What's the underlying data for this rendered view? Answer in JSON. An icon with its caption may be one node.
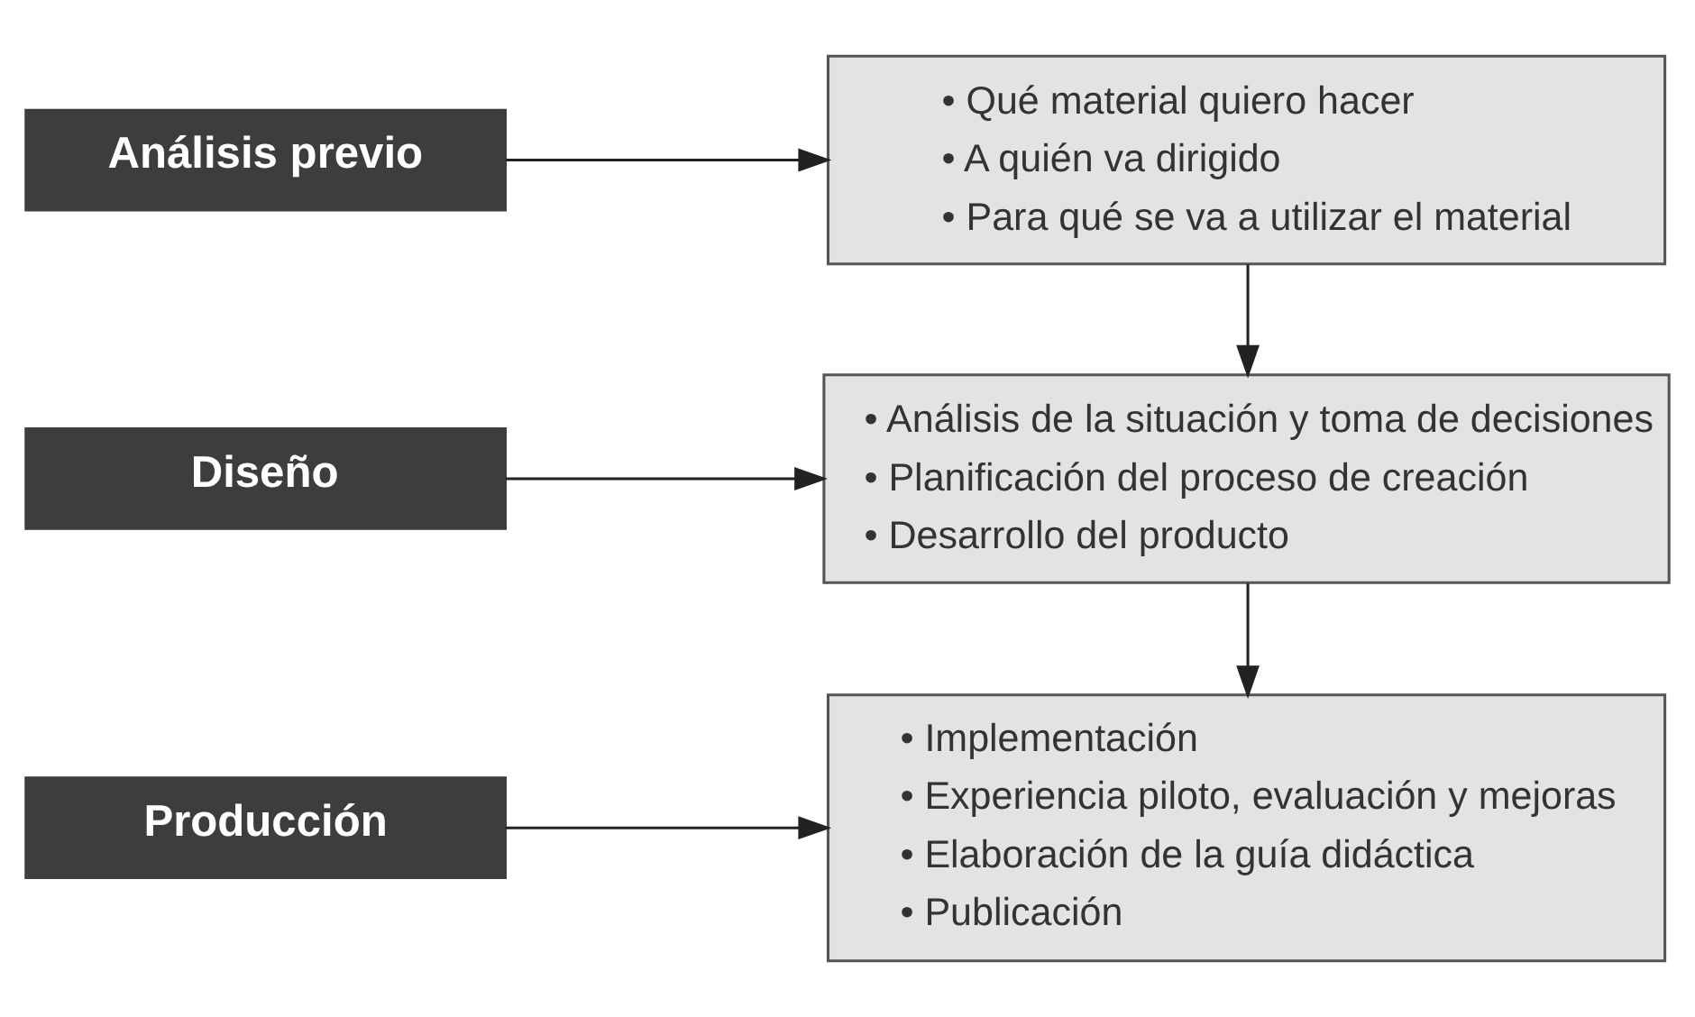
{
  "diagram": {
    "nodes": [
      {
        "text": [
          "Análisis previo"
        ]
      },
      {
        "text": [
          "• Qué material quiero hacer",
          "• A quién va dirigido",
          "• Para qué se va a utilizar el material"
        ]
      },
      {
        "text": [
          "Diseño"
        ]
      },
      {
        "text": [
          "• Análisis de la situación y toma de decisiones",
          "• Planificación del proceso de creación",
          "• Desarrollo del producto"
        ]
      },
      {
        "text": [
          "Producción"
        ]
      },
      {
        "text": [
          "• Implementación",
          "• Experiencia piloto, evaluación y mejoras",
          "• Elaboración de la guía didáctica",
          "• Publicación"
        ]
      }
    ],
    "edges": [
      {
        "from": 0,
        "to": 1,
        "arrow": "to"
      },
      {
        "from": 1,
        "to": 3,
        "arrow": "to"
      },
      {
        "from": 2,
        "to": 3,
        "arrow": "to"
      },
      {
        "from": 3,
        "to": 5,
        "arrow": "to"
      },
      {
        "from": 4,
        "to": 5,
        "arrow": "to"
      }
    ]
  }
}
